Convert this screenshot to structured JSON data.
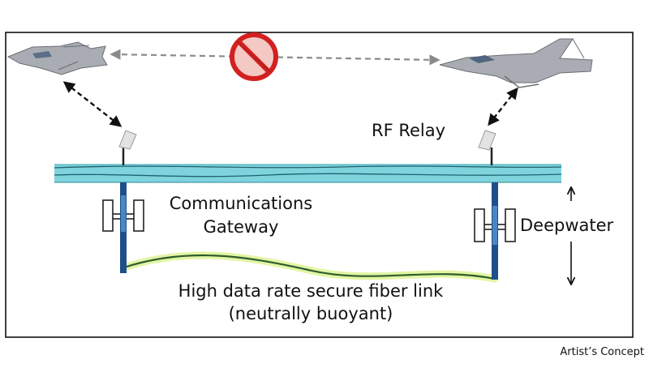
{
  "labels": {
    "rf_relay": "RF Relay",
    "gateway_line1": "Communications",
    "gateway_line2": "Gateway",
    "deepwater": "Deepwater",
    "fiber_line1": "High data rate secure fiber link",
    "fiber_line2": "(neutrally buoyant)",
    "credit": "Artist’s Concept"
  },
  "icons": {
    "no_link": "prohibited-icon",
    "left_aircraft": "stealth-jet-icon",
    "right_aircraft": "fighter-jet-icon"
  },
  "colors": {
    "sea_surface": "#7fd3dc",
    "sea_line": "#1c6470",
    "fiber": "#2e5d2e",
    "fiber_glow": "#e3f5a4",
    "buoy_pole": "#1f4f8a",
    "prohibit_ring": "#d32020",
    "prohibit_fill": "#f4c9c4",
    "aircraft": "#a9adb3",
    "link_dark": "#111111",
    "link_grey": "#8a8a8a"
  }
}
